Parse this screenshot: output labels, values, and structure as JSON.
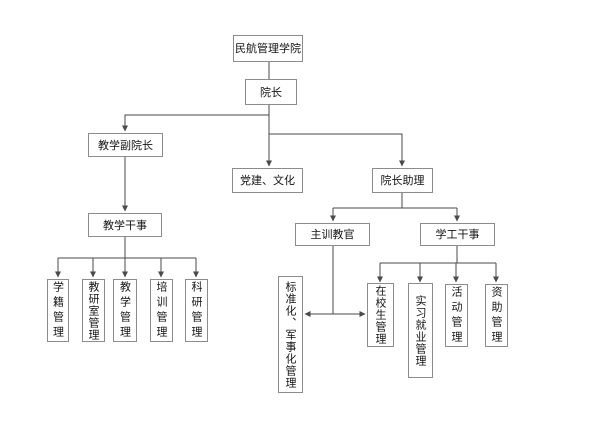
{
  "org_chart": {
    "nodes": {
      "root": "民航管理学院",
      "dean": "院长",
      "vice_dean": "教学副院长",
      "party_culture": "党建、文化",
      "dean_assistant": "院长助理",
      "teaching_officer": "教学干事",
      "chief_instructor": "主训教官",
      "student_affairs_officer": "学工干事",
      "student_records_mgmt": "学籍管理",
      "teaching_research_office_mgmt": "教研室管理",
      "teaching_mgmt": "教学管理",
      "training_mgmt": "培训管理",
      "research_mgmt": "科研管理",
      "standardization_military_mgmt": "标准化、军事化管理",
      "current_student_mgmt": "在校生管理",
      "internship_employment_mgmt": "实习就业管理",
      "activity_mgmt": "活动管理",
      "funding_mgmt": "资助管理"
    },
    "colors": {
      "line": "#4a4a4a",
      "box_border": "#8c8c8c",
      "text": "#141414",
      "background": "#ffffff"
    }
  }
}
